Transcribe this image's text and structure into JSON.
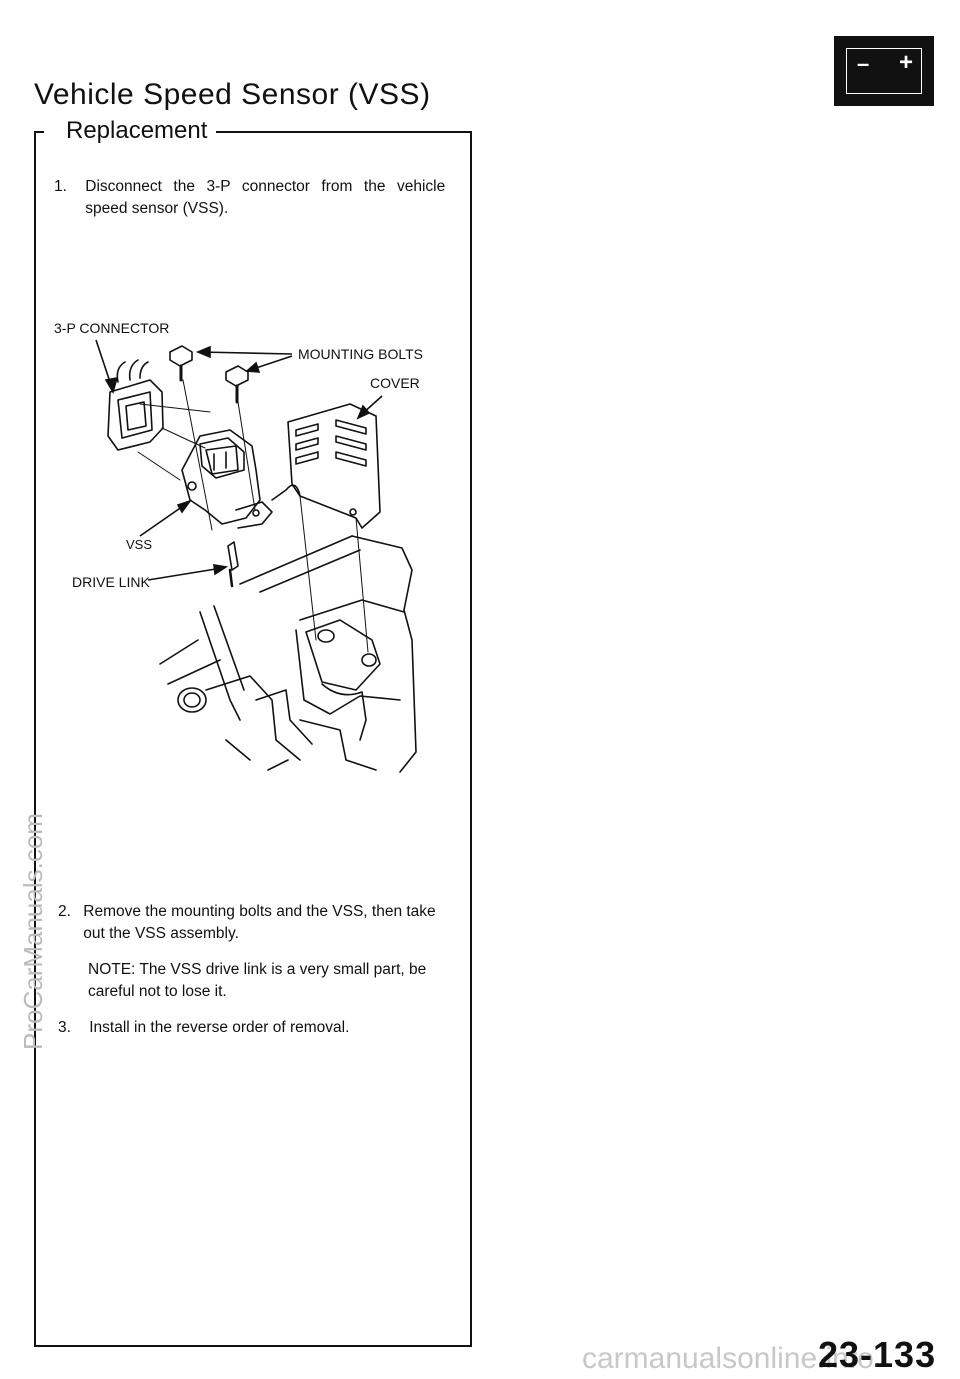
{
  "header": {
    "title": "Vehicle Speed Sensor (VSS)",
    "section": "Replacement"
  },
  "steps": [
    {
      "num": "1.",
      "text": "Disconnect the 3-P connector from the vehicle speed sensor (VSS)."
    },
    {
      "num": "2.",
      "text": "Remove the mounting bolts and the VSS, then take out the VSS assembly."
    },
    {
      "num": "3.",
      "text": "Install in the reverse order of removal."
    }
  ],
  "note": "NOTE: The VSS drive link is a very small part, be careful not to lose it.",
  "diagram": {
    "labels": {
      "connector": "3-P CONNECTOR",
      "bolts": "MOUNTING BOLTS",
      "cover": "COVER",
      "vss": "VSS",
      "drive_link": "DRIVE LINK"
    }
  },
  "battery_icon": {
    "minus": "–",
    "plus": "+"
  },
  "page_number": "23-133",
  "watermarks": {
    "side": "ProCarManuals.com",
    "bottom": "carmanualsonline.info"
  },
  "colors": {
    "ink": "#111111",
    "watermark": "#bbbbbb"
  }
}
